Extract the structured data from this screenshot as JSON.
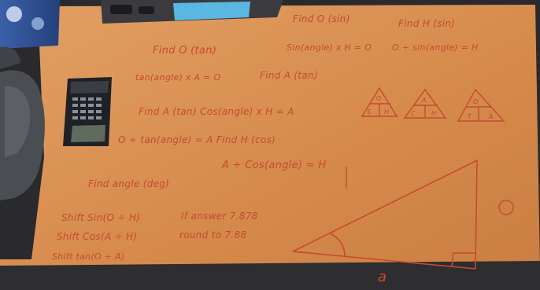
{
  "photo": {
    "subject": "whiteboard-desk-with-trigonometry-notes",
    "colors": {
      "desk": "#d58a4a",
      "desk_light": "#e7a668",
      "ink": "#c54a32",
      "floor": "#2a2a2d",
      "calculator": "#1f2126"
    }
  },
  "notes": {
    "top_right_1": "Find O (sin)",
    "top_right_2": "Find H (sin)",
    "line_1": "Find O (tan)",
    "line_2": "Sin(angle) x H = O",
    "line_3": "O ÷ sin(angle) = H",
    "line_4": "tan(angle) x A = O",
    "line_5": "Find A (tan)",
    "line_6": "Find A (tan) Cos(angle) x H = A",
    "line_7": "O ÷ tan(angle) = A  Find H (cos)",
    "line_8": "A ÷ Cos(angle) = H",
    "line_9": "Find angle (deg)",
    "shift_1": "Shift Sin(O ÷ H)",
    "shift_2": "Shift Cos(A ÷ H)",
    "shift_3": "Shift tan(O ÷ A)",
    "answer_1": "If answer 7.878",
    "answer_2": "round to 7.88",
    "triangle_label_a": "a",
    "triangle_label_o": "O"
  },
  "mnemonic_triangles": [
    {
      "top": "O",
      "left": "S",
      "right": "H"
    },
    {
      "top": "A",
      "left": "C",
      "right": "H"
    },
    {
      "top": "O",
      "left": "T",
      "right": "A"
    }
  ]
}
